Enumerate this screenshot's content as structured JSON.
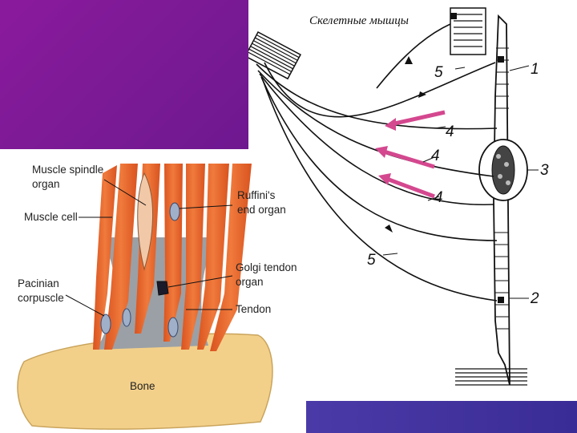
{
  "slide": {
    "title": "Скелетные мышцы",
    "colors": {
      "purple_panel": "#7e1a96",
      "blue_bar": "#3f31a0",
      "muscle": "#e8622a",
      "bone": "#f2cf8a"
    }
  },
  "anatomy": {
    "labels": {
      "muscle_spindle": [
        "Muscle spindle",
        "organ"
      ],
      "muscle_cell": "Muscle cell",
      "ruffini": [
        "Ruffini's",
        "end organ"
      ],
      "pacinian": [
        "Pacinian",
        "corpuscle"
      ],
      "golgi": [
        "Golgi tendon",
        "organ"
      ],
      "tendon": "Tendon",
      "bone": "Bone"
    }
  },
  "reflex": {
    "numbers": {
      "n1": "1",
      "n2": "2",
      "n3": "3",
      "n4a": "4",
      "n4b": "4",
      "n4c": "4",
      "n5a": "5",
      "n5b": "5"
    }
  }
}
